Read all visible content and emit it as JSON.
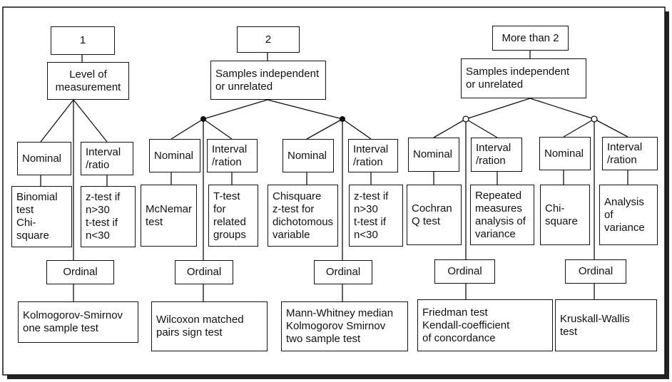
{
  "top": {
    "one": "1",
    "two": "2",
    "more": "More than 2"
  },
  "level": "Level of\nmeasurement",
  "samples_two": "Samples independent\nor unrelated",
  "samples_more": "Samples independent\nor unrelated",
  "one": {
    "nominal": "Nominal",
    "interval": "Interval\n/ratio",
    "binomial": "Binomial\ntest\nChi-\nsquare",
    "ztest": "z-test if\nn>30\nt-test if\nn<30",
    "ordinal": "Ordinal",
    "kolmogorov": "Kolmogorov-Smirnov\none sample test"
  },
  "two_a": {
    "nominal": "Nominal",
    "interval": "Interval\n/ration",
    "mcnemar": "McNemar\ntest",
    "ttest": "T-test\nfor\nrelated\ngroups",
    "ordinal": "Ordinal",
    "wilcoxon": "Wilcoxon matched\npairs sign test"
  },
  "two_b": {
    "nominal": "Nominal",
    "interval": "Interval\n/ration",
    "chisquare": "Chisquare\nz-test for\ndichotomous\nvariable",
    "ztest": "z-test if\nn>30\nt-test if\nn<30",
    "ordinal": "Ordinal",
    "mannwhitney": "Mann-Whitney median\nKolmogorov Smirnov\ntwo sample test"
  },
  "more_a": {
    "nominal": "Nominal",
    "interval": "Interval\n/ration",
    "cochran": "Cochran\nQ test",
    "repeated": "Repeated\nmeasures\nanalysis of\nvariance",
    "ordinal": "Ordinal",
    "friedman": "Friedman test\nKendall-coefficient\nof concordance"
  },
  "more_b": {
    "nominal": "Nominal",
    "interval": "Interval\n/ration",
    "chisquare": "Chi-\nsquare",
    "anova": "Analysis\nof\nvariance",
    "ordinal": "Ordinal",
    "kruskal": "Kruskall-Wallis\ntest"
  }
}
